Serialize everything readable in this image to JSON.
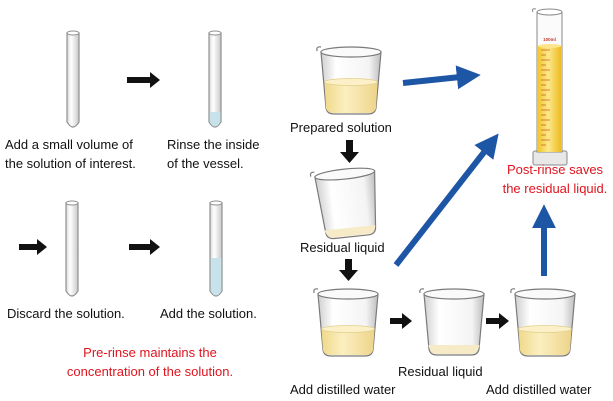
{
  "left_steps": {
    "add_small_volume": [
      "Add a small volume of",
      "the solution of interest."
    ],
    "rinse_inside": [
      "Rinse the inside",
      "of the vessel."
    ],
    "discard": "Discard the solution.",
    "add_solution": "Add the solution.",
    "note": [
      "Pre-rinse maintains the",
      "concentration of the solution."
    ]
  },
  "right_steps": {
    "prepared_solution": "Prepared solution",
    "residual_liquid_1": "Residual liquid",
    "residual_liquid_2": "Residual liquid",
    "add_distilled_water_1": "Add distilled water",
    "add_distilled_water_2": "Add distilled water",
    "note": [
      "Post-rinse saves",
      "the residual liquid."
    ],
    "cylinder_mark": "100ml"
  },
  "colors": {
    "text": "#111111",
    "note_red": "#e0141e",
    "arrow_blue": "#1e56a6",
    "solution_yellow": "#f6e7a6",
    "tube_solution": "#c7e2ea"
  }
}
